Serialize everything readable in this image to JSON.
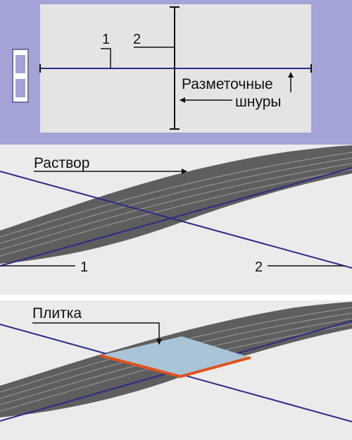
{
  "colors": {
    "frame": "#a3a3d6",
    "panel": "#e4e4e4",
    "floor": "#ebebeb",
    "gap": "#ffffff",
    "mortar": "#5e5e5e",
    "mortar_stripe": "#8a8a8a",
    "cord": "#2a2d86",
    "tile": "#a9c4d7",
    "tile_edge": "#e0531d",
    "ink": "#111111"
  },
  "icons": {
    "door": "door-window-icon"
  },
  "top_panel": {
    "cord_1_label": "1",
    "cord_2_label": "2",
    "marking_cords_line1": "Разметочные",
    "marking_cords_line2": "шнуры"
  },
  "middle_panel": {
    "mortar_label": "Раствор",
    "cord_1_label": "1",
    "cord_2_label": "2"
  },
  "bottom_panel": {
    "tile_label": "Плитка"
  }
}
